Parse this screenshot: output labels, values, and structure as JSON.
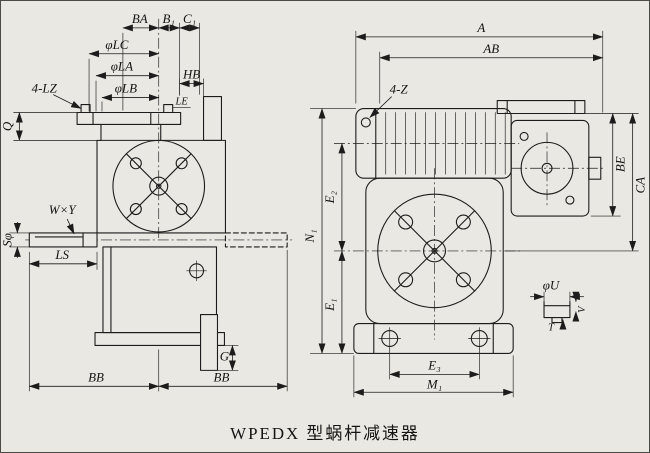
{
  "caption": "WPEDX 型蜗杆减速器",
  "colors": {
    "background": "#eae8e2",
    "line": "#1c1c1c",
    "border": "#4a4a46"
  },
  "left_view": {
    "dims": {
      "ba": "BA",
      "b1": "B₁",
      "c1": "C₁",
      "phi_lc": "φLC",
      "phi_la": "φLA",
      "phi_lb": "φLB",
      "lz": "4-LZ",
      "hb": "HB",
      "le": "LE",
      "q": "Q",
      "wxy": "W×Y",
      "s_phi": "Sφ",
      "ls": "LS",
      "g": "G",
      "bb_left": "BB",
      "bb_right": "BB"
    }
  },
  "right_view": {
    "dims": {
      "a": "A",
      "ab": "AB",
      "z": "4-Z",
      "e2": "E₂",
      "e1": "E₁",
      "n1": "N₁",
      "be": "BE",
      "ca": "CA",
      "phi_u": "φU",
      "v": "V",
      "t": "T",
      "e3": "E₃",
      "m1": "M₁"
    }
  }
}
